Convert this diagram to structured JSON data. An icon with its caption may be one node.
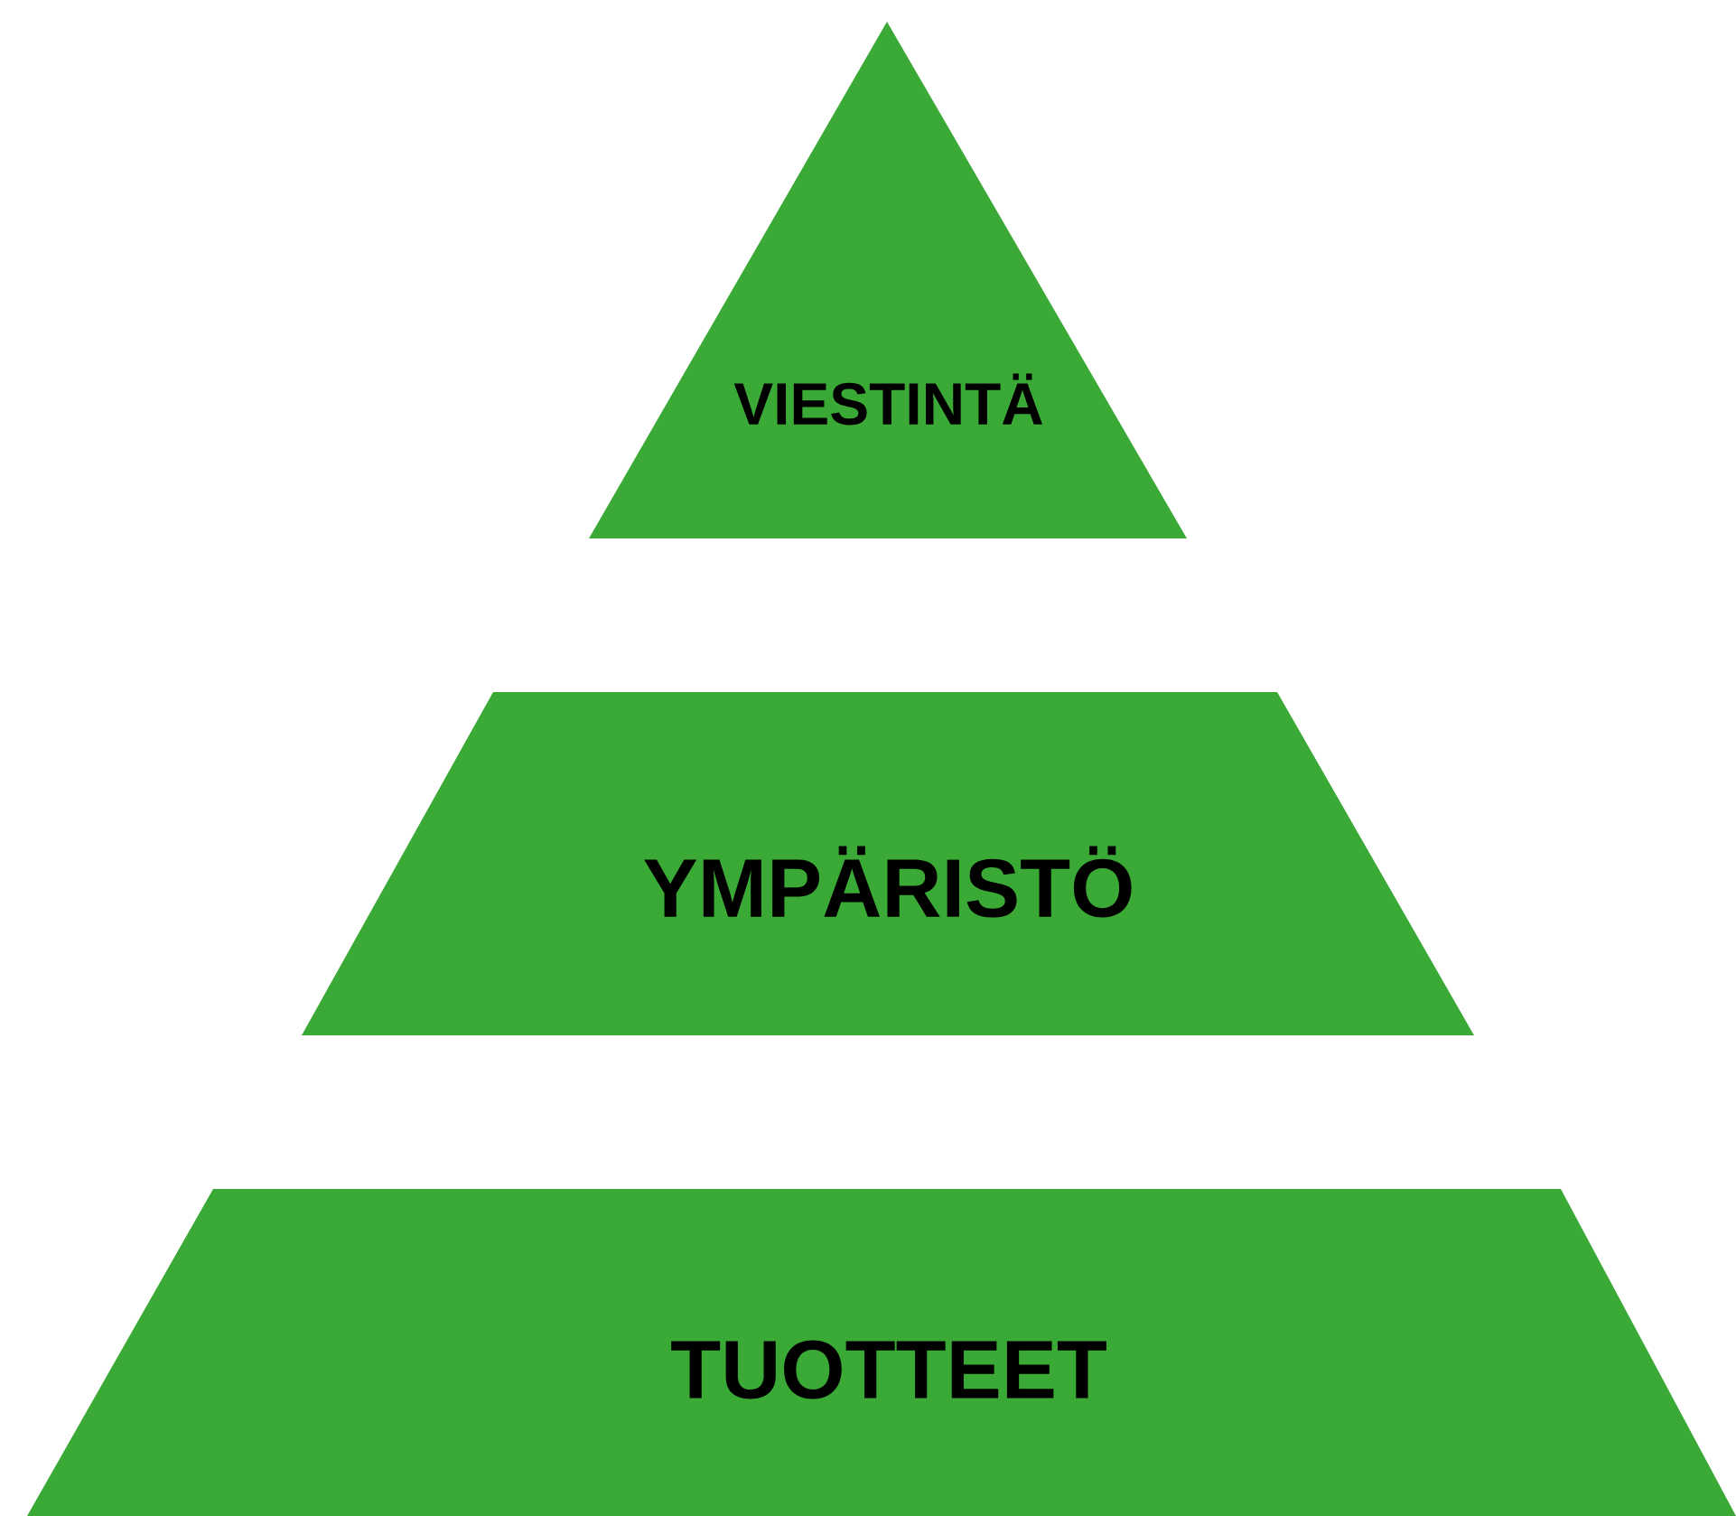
{
  "diagram": {
    "nodes": [
      {
        "text": [
          "VIESTINTÄ"
        ]
      },
      {
        "text": [
          "YMPÄRISTÖ"
        ]
      },
      {
        "text": [
          "TUOTTEET"
        ]
      }
    ]
  }
}
